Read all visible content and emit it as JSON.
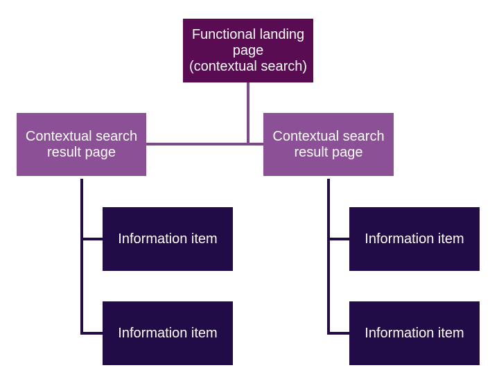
{
  "colors": {
    "root": "#5a0c53",
    "middle": "#8b5096",
    "leaf": "#220c48",
    "root_connector": "#7e4a8e",
    "leaf_connector": "#220c48"
  },
  "root": {
    "line1": "Functional landing",
    "line2": "page",
    "line3": "(contextual search)"
  },
  "left_branch": {
    "title_line1": "Contextual search",
    "title_line2": "result page",
    "items": [
      "Information item",
      "Information item"
    ]
  },
  "right_branch": {
    "title_line1": "Contextual search",
    "title_line2": "result page",
    "items": [
      "Information item",
      "Information item"
    ]
  }
}
